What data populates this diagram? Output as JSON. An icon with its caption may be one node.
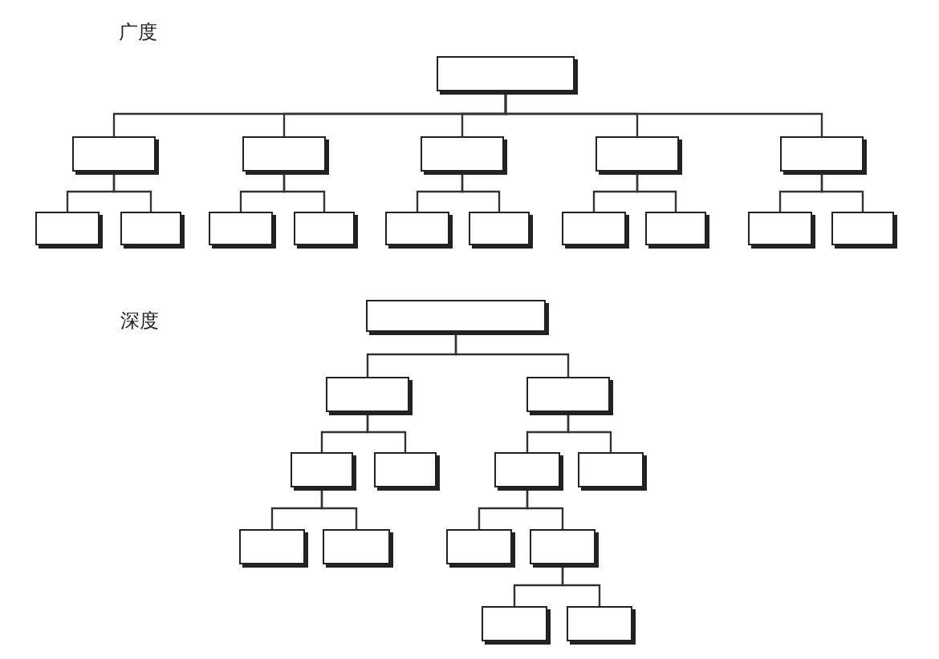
{
  "diagram": {
    "nodes": [
      {
        "text": [],
        "shape": "box"
      },
      {
        "text": [],
        "shape": "box"
      },
      {
        "text": [],
        "shape": "box"
      },
      {
        "text": [],
        "shape": "box"
      },
      {
        "text": [],
        "shape": "box"
      },
      {
        "text": [],
        "shape": "box"
      },
      {
        "text": [],
        "shape": "box"
      },
      {
        "text": [],
        "shape": "box"
      },
      {
        "text": [],
        "shape": "box"
      },
      {
        "text": [],
        "shape": "box"
      },
      {
        "text": [],
        "shape": "box"
      },
      {
        "text": [],
        "shape": "box"
      },
      {
        "text": [],
        "shape": "box"
      },
      {
        "text": [],
        "shape": "box"
      },
      {
        "text": [],
        "shape": "box"
      },
      {
        "text": [],
        "shape": "box"
      },
      {
        "text": [],
        "shape": "box"
      },
      {
        "text": [],
        "shape": "box"
      },
      {
        "text": [],
        "shape": "box"
      },
      {
        "text": [],
        "shape": "box"
      },
      {
        "text": [],
        "shape": "box"
      },
      {
        "text": [],
        "shape": "box"
      },
      {
        "text": [],
        "shape": "box"
      },
      {
        "text": [],
        "shape": "box"
      },
      {
        "text": [],
        "shape": "box"
      },
      {
        "text": [],
        "shape": "box"
      },
      {
        "text": [],
        "shape": "box"
      },
      {
        "text": [],
        "shape": "box"
      },
      {
        "text": [],
        "shape": "box"
      }
    ],
    "edges": [
      {
        "from": 0,
        "to": 1,
        "arrow": "none"
      },
      {
        "from": 0,
        "to": 2,
        "arrow": "none"
      },
      {
        "from": 0,
        "to": 3,
        "arrow": "none"
      },
      {
        "from": 0,
        "to": 4,
        "arrow": "none"
      },
      {
        "from": 0,
        "to": 5,
        "arrow": "none"
      },
      {
        "from": 1,
        "to": 6,
        "arrow": "none"
      },
      {
        "from": 1,
        "to": 7,
        "arrow": "none"
      },
      {
        "from": 2,
        "to": 8,
        "arrow": "none"
      },
      {
        "from": 2,
        "to": 9,
        "arrow": "none"
      },
      {
        "from": 3,
        "to": 10,
        "arrow": "none"
      },
      {
        "from": 3,
        "to": 11,
        "arrow": "none"
      },
      {
        "from": 4,
        "to": 12,
        "arrow": "none"
      },
      {
        "from": 4,
        "to": 13,
        "arrow": "none"
      },
      {
        "from": 5,
        "to": 14,
        "arrow": "none"
      },
      {
        "from": 5,
        "to": 15,
        "arrow": "none"
      },
      {
        "from": 16,
        "to": 17,
        "arrow": "none"
      },
      {
        "from": 16,
        "to": 18,
        "arrow": "none"
      },
      {
        "from": 17,
        "to": 19,
        "arrow": "none"
      },
      {
        "from": 17,
        "to": 20,
        "arrow": "none"
      },
      {
        "from": 18,
        "to": 21,
        "arrow": "none"
      },
      {
        "from": 18,
        "to": 22,
        "arrow": "none"
      },
      {
        "from": 19,
        "to": 23,
        "arrow": "none"
      },
      {
        "from": 19,
        "to": 24,
        "arrow": "none"
      },
      {
        "from": 21,
        "to": 25,
        "arrow": "none"
      },
      {
        "from": 21,
        "to": 26,
        "arrow": "none"
      },
      {
        "from": 26,
        "to": 27,
        "arrow": "none"
      },
      {
        "from": 26,
        "to": 28,
        "arrow": "none"
      }
    ],
    "labels": [
      "广度",
      "深度"
    ]
  }
}
